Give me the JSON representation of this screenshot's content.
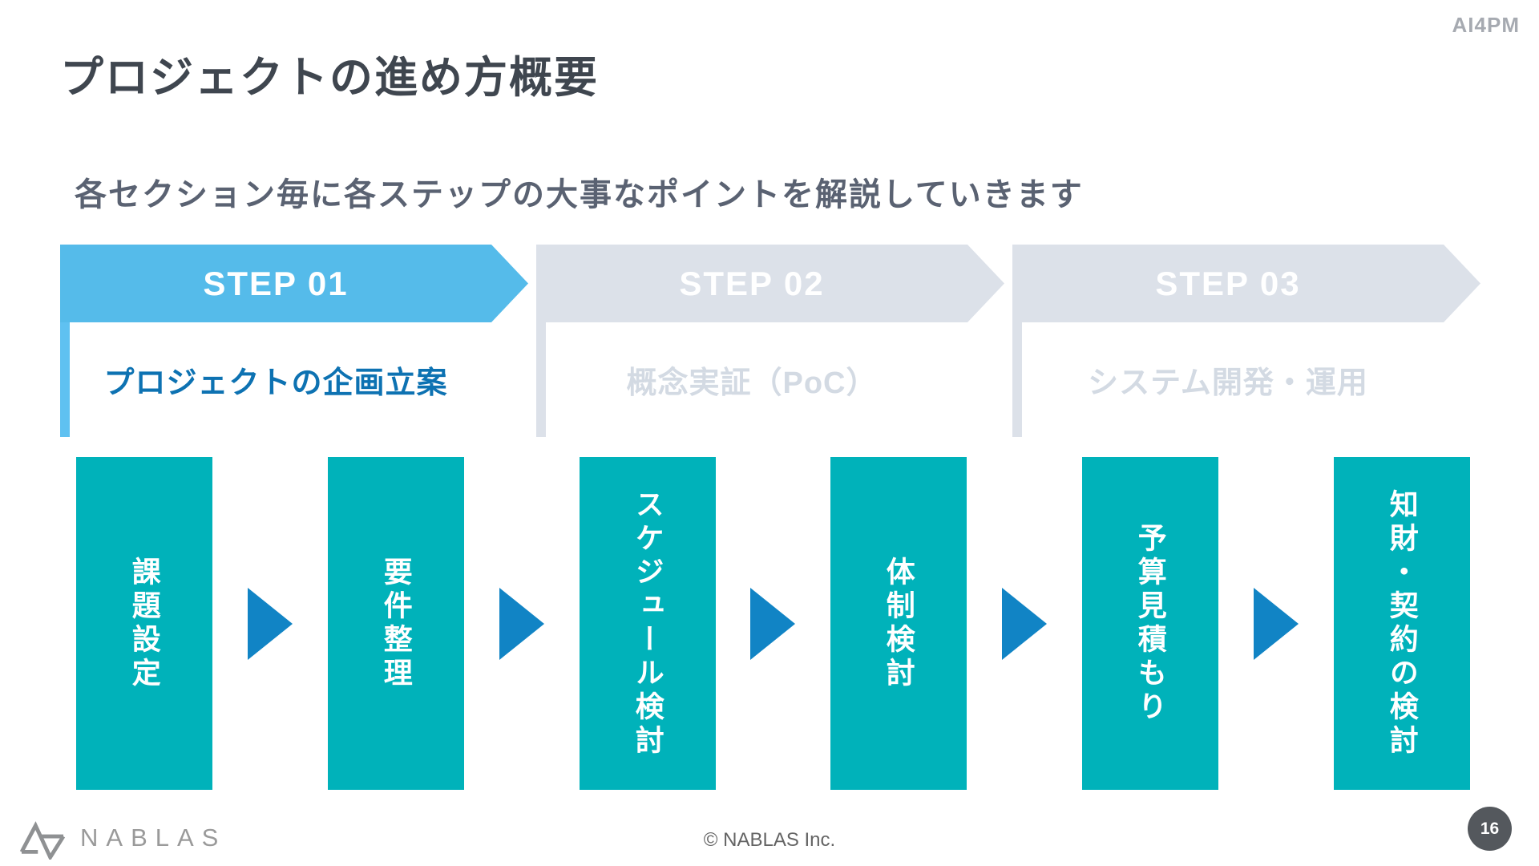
{
  "corner_tag": "AI4PM",
  "title": "プロジェクトの進め方概要",
  "subtitle": "各セクション毎に各ステップの大事なポイントを解説していきます",
  "steps": [
    {
      "label": "STEP 01",
      "name": "プロジェクトの企画立案",
      "state": "active"
    },
    {
      "label": "STEP 02",
      "name": "概念実証（PoC）",
      "state": "inactive"
    },
    {
      "label": "STEP 03",
      "name": "システム開発・運用",
      "state": "inactive"
    }
  ],
  "process_steps": [
    "課題設定",
    "要件整理",
    "スケジュール検討",
    "体制検討",
    "予算見積もり",
    "知財・契約の検討"
  ],
  "footer": {
    "logo_text": "NABLAS",
    "copyright": "© NABLAS Inc.",
    "page_number": "16"
  },
  "colors": {
    "active_step": "#55bbea",
    "active_step_bar": "#5fc1f1",
    "active_step_text": "#0d72b2",
    "inactive_step": "#dce1e9",
    "inactive_step_text": "#d3dae3",
    "process_box": "#00b2ba",
    "flow_arrow": "#1184c5",
    "title_text": "#3f464f",
    "subtitle_text": "#5a6272",
    "page_badge": "#54585d"
  }
}
